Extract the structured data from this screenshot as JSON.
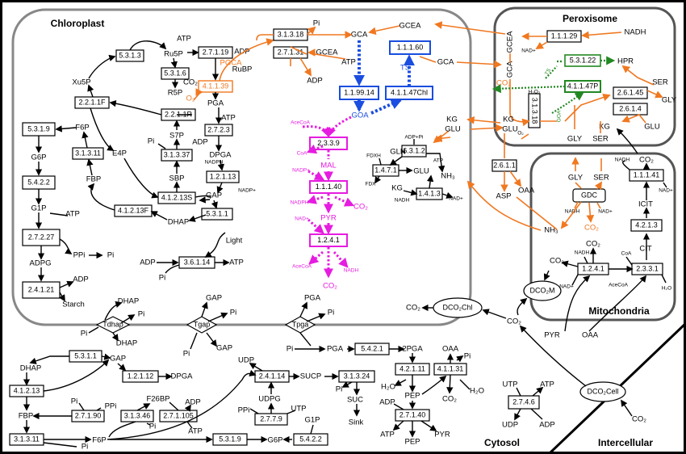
{
  "compartments": {
    "chloroplast": "Chloroplast",
    "peroxisome": "Peroxisome",
    "mitochondria": "Mitochondria",
    "cytosol": "Cytosol",
    "intercellular": "Intercellular"
  },
  "enzymes": {
    "e5_3_1_3": "5.3.1.3",
    "e5_3_1_6": "5.3.1.6",
    "e2_7_1_19": "2.7.1.19",
    "e4_1_1_39": "4.1.1.39",
    "e2_2_1_1f": "2.2.1.1F",
    "e2_2_1_1r": "2.2.1.1R",
    "e5_3_1_9a": "5.3.1.9",
    "e3_1_3_11a": "3.1.3.11",
    "e3_1_3_37": "3.1.3.37",
    "e2_7_2_3": "2.7.2.3",
    "e5_4_2_2a": "5.4.2.2",
    "e4_1_2_13s": "4.1.2.13S",
    "e1_2_1_13": "1.2.1.13",
    "e4_1_2_13f": "4.1.2.13F",
    "e5_3_1_1a": "5.3.1.1",
    "e2_7_2_27": "2.7.2.27",
    "e2_4_1_21": "2.4.1.21",
    "e3_6_1_14": "3.6.1.14",
    "e3_1_3_18a": "3.1.3.18",
    "e2_7_1_31": "2.7.1.31",
    "e1_1_1_60": "1.1.1.60",
    "e1_1_99_14": "1.1.99.14",
    "e4_1_1_47chl": "4.1.1.47Chl",
    "e2_3_3_9": "2.3.3.9",
    "e1_1_1_40": "1.1.1.40",
    "e1_2_4_1a": "1.2.4.1",
    "e6_3_1_2": "6.3.1.2",
    "e1_4_7_1": "1.4.7.1",
    "e1_4_1_3": "1.4.1.3",
    "e1_1_1_29": "1.1.1.29",
    "e5_3_1_22": "5.3.1.22",
    "e4_1_1_47p": "4.1.1.47P",
    "e2_6_1_45": "2.6.1.45",
    "e2_6_1_4": "2.6.1.4",
    "e3_1_3_18b": "3.1.3.18",
    "e2_6_1_1": "2.6.1.1",
    "gdc": "GDC",
    "e1_1_1_41": "1.1.1.41",
    "e4_2_1_3": "4.2.1.3",
    "e1_2_4_1b": "1.2.4.1",
    "e2_3_3_1": "2.3.3.1",
    "e5_3_1_1b": "5.3.1.1",
    "e1_2_1_12": "1.2.1.12",
    "e4_1_2_13": "4.1.2.13",
    "e2_7_1_90": "2.7.1.90",
    "e3_1_3_46": "3.1.3.46",
    "e2_7_1_105": "2.7.1.105",
    "e3_1_3_11b": "3.1.3.11",
    "e2_4_1_14": "2.4.1.14",
    "e3_1_3_24": "3.1.3.24",
    "e2_7_7_9": "2.7.7.9",
    "e5_3_1_9b": "5.3.1.9",
    "e5_4_2_2b": "5.4.2.2",
    "e5_4_2_1": "5.4.2.1",
    "e4_2_1_11": "4.2.1.11",
    "e4_1_1_31": "4.1.1.31",
    "e2_7_1_40": "2.7.1.40",
    "e2_7_4_6": "2.7.4.6",
    "dco2m": "DCO₂M",
    "dco2chl": "DCO₂Chl",
    "dco2cell": "DCO₂Cell",
    "tdhap": "Tdhap",
    "tgap": "Tgap",
    "tpga": "Tpga"
  },
  "metabolites": {
    "ru5p": "Ru5P",
    "atp": "ATP",
    "adp": "ADP",
    "rubp": "RuBP",
    "co2": "CO₂",
    "o2": "O₂",
    "pga": "PGA",
    "pgca": "PGCA",
    "xu5p": "Xu5P",
    "r5p": "R5P",
    "f6p": "F6P",
    "e4p": "E4P",
    "s7p": "S7P",
    "sbp": "SBP",
    "fbp": "FBP",
    "g6p": "G6P",
    "g1p": "G1P",
    "dpga": "DPGA",
    "nadph": "NADPH",
    "nadp": "NADP+",
    "gap": "GAP",
    "dhap": "DHAP",
    "ppi": "PPi",
    "pi": "Pi",
    "adpg": "ADPG",
    "starch": "Starch",
    "light": "Light",
    "gca": "GCA",
    "gcea": "GCEA",
    "goa": "GOA",
    "ts": "TS",
    "acecoa": "AceCoA",
    "coa": "CoA",
    "mal": "MAL",
    "pyr": "PYR",
    "nadh": "NADH",
    "nad": "NAD+",
    "gln": "GLN",
    "glu": "GLU",
    "kg": "KG",
    "fdxh": "FDXH",
    "fdx": "FDX",
    "nh3": "NH₃",
    "adp_pi": "ADP+Pi",
    "hpr": "HPR",
    "ser": "SER",
    "gly": "GLY",
    "h2o2": "H₂O₂",
    "h2o": "H₂O",
    "asp": "ASP",
    "oaa": "OAA",
    "icit": "ICIT",
    "cit": "CIT",
    "udp": "UDP",
    "utp": "UTP",
    "udpg": "UDPG",
    "sucp": "SUCP",
    "suc": "SUC",
    "sink": "Sink",
    "pga2": "2PGA",
    "pep": "PEP",
    "f26bp": "F26BP"
  }
}
